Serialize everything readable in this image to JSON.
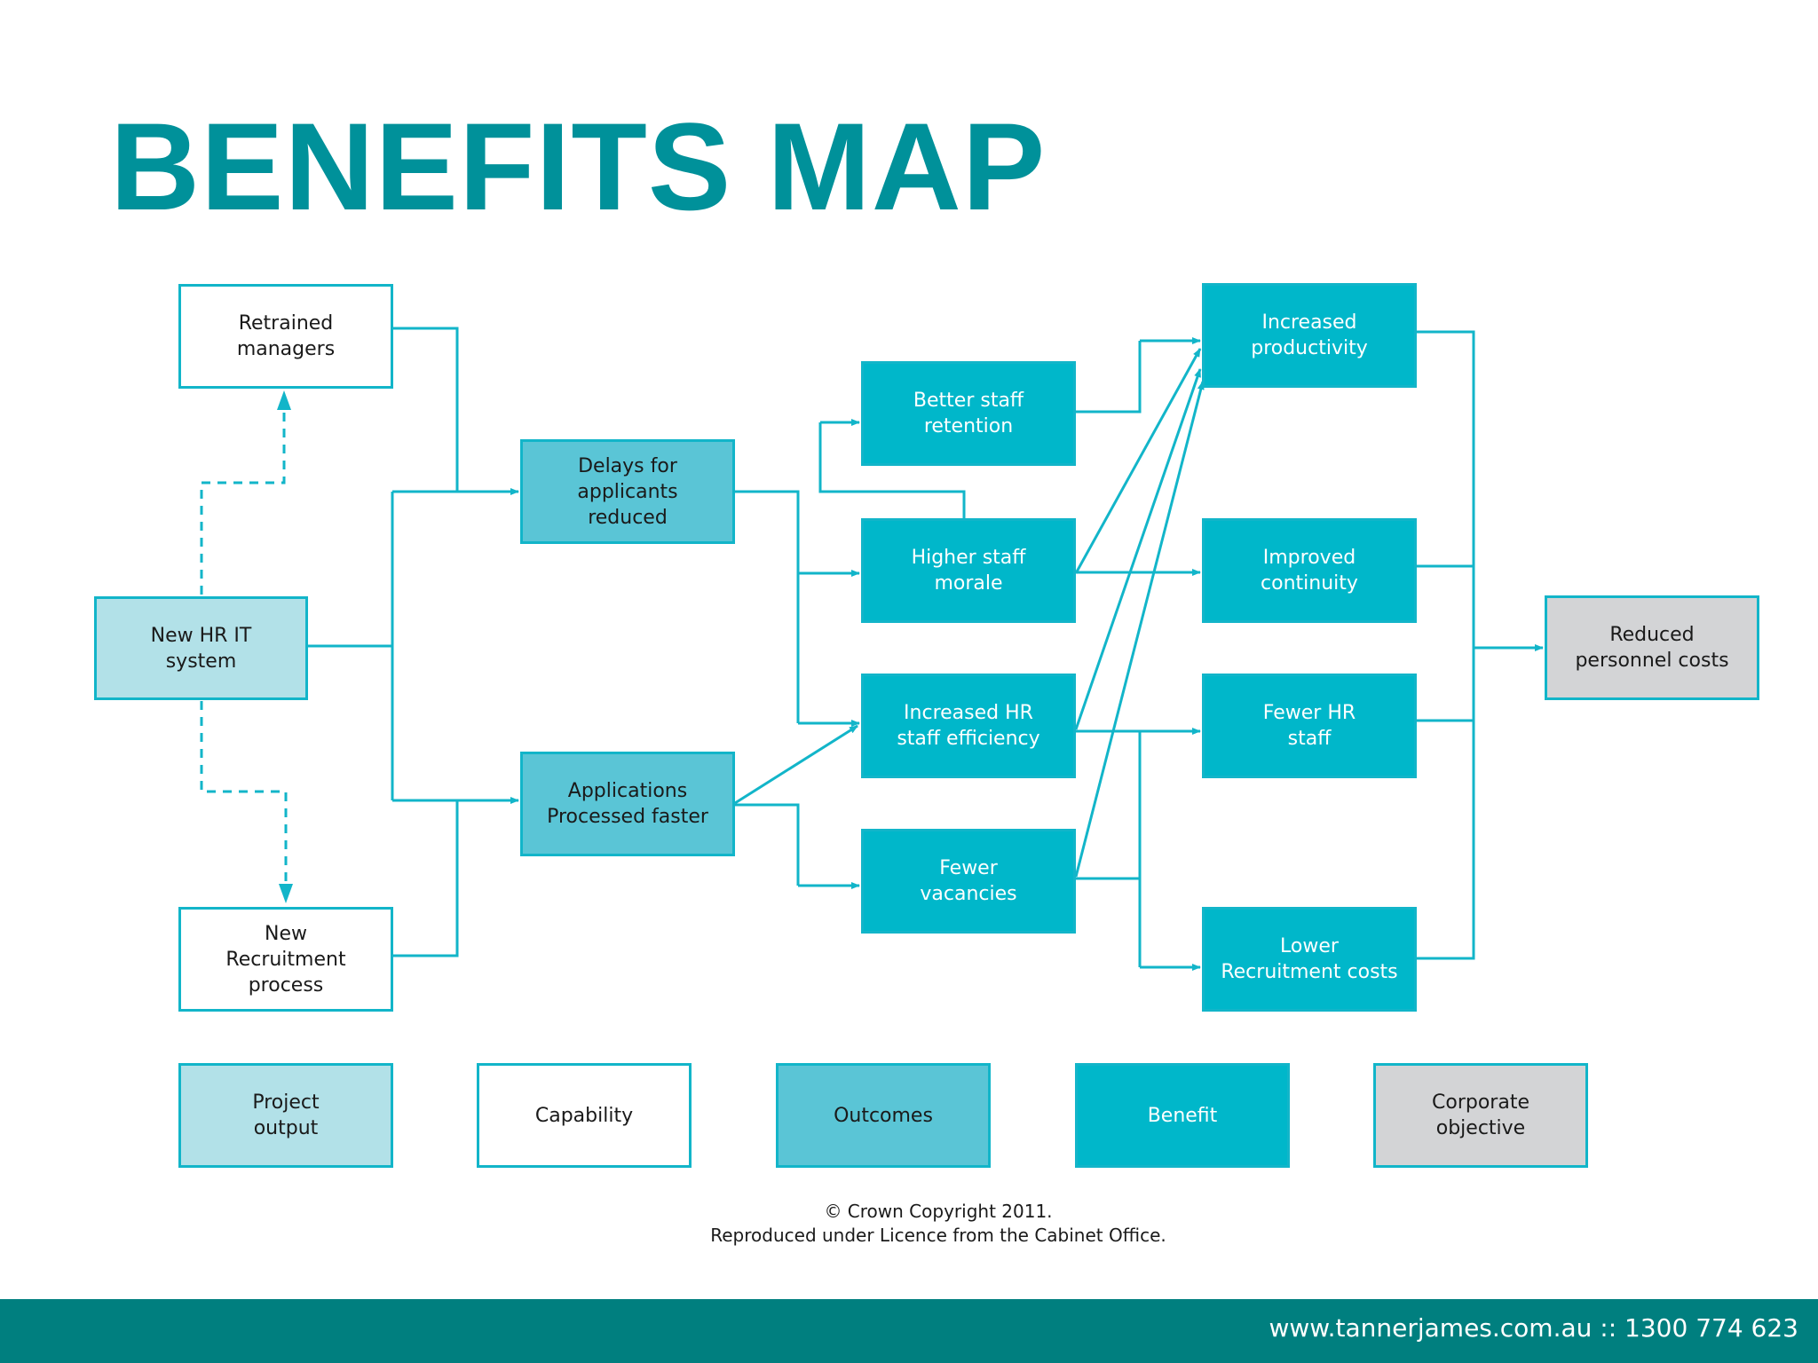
{
  "title": "BENEFITS MAP",
  "colors": {
    "title": "#00919a",
    "line": "#12b5c9",
    "project_output": "#b2e1e8",
    "capability": "#ffffff",
    "outcomes": "#5ac5d6",
    "benefit": "#00b7ca",
    "corporate_objective": "#d3d4d6",
    "footer": "#007f7f"
  },
  "nodes": {
    "new_hr_it_system": "New HR IT\nsystem",
    "retrained_managers": "Retrained\nmanagers",
    "new_recruitment_process": "New\nRecruitment\nprocess",
    "delays_reduced": "Delays for\napplicants\nreduced",
    "applications_faster": "Applications\nProcessed faster",
    "better_retention": "Better staff\nretention",
    "higher_morale": "Higher staff\nmorale",
    "hr_efficiency": "Increased HR\nstaff efficiency",
    "fewer_vacancies": "Fewer\nvacancies",
    "increased_productivity": "Increased\nproductivity",
    "improved_continuity": "Improved\ncontinuity",
    "fewer_hr_staff": "Fewer HR\nstaff",
    "lower_recruitment_costs": "Lower\nRecruitment costs",
    "reduced_personnel_costs": "Reduced\npersonnel costs"
  },
  "legend": {
    "project_output": "Project\noutput",
    "capability": "Capability",
    "outcomes": "Outcomes",
    "benefit": "Benefit",
    "corporate_objective": "Corporate\nobjective"
  },
  "copyright": "© Crown Copyright 2011.\nReproduced under Licence from the Cabinet Office.",
  "footer": "www.tannerjames.com.au :: 1300 774 623"
}
